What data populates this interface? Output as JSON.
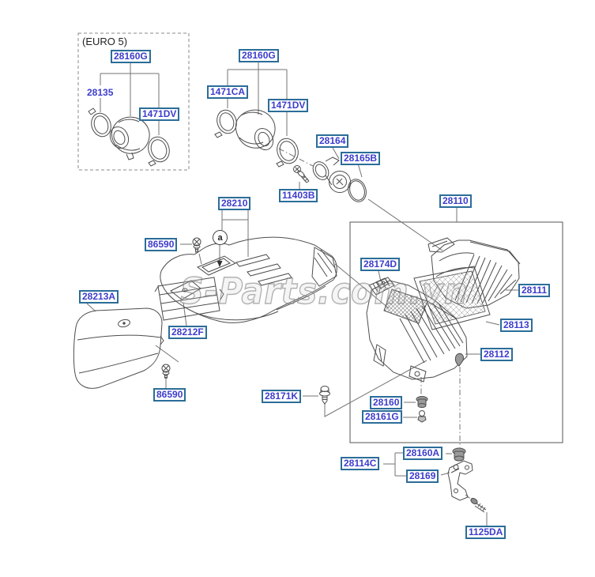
{
  "watermark": {
    "text": "S-Parts.com.vn"
  },
  "euro5_note": "(EURO 5)",
  "callout": {
    "a": "a"
  },
  "colors": {
    "label_border": "#2b6d99",
    "part_number_text": "#3c3ccd",
    "line_art": "#4d4d4d",
    "watermark_gray": "#8c8c8c"
  },
  "labels": {
    "euro5_28160G": "28160G",
    "euro5_28135": "28135",
    "euro5_1471DV": "1471DV",
    "duct_28160G": "28160G",
    "clamp_1471CA": "1471CA",
    "clamp_1471DV": "1471DV",
    "airflow_sensor_28164": "28164",
    "oring_28165B": "28165B",
    "bolt_11403B": "11403B",
    "intake_duct_28210": "28210",
    "screw_86590_duct": "86590",
    "cover_28213A": "28213A",
    "air_guide_28212F": "28212F",
    "screw_86590_cover": "86590",
    "assembly_28110": "28110",
    "clip_28174D": "28174D",
    "upper_cover_28111": "28111",
    "filter_28113": "28113",
    "lower_body_28112": "28112",
    "bolt_28171K": "28171K",
    "grommet_28160": "28160",
    "stud_28161G": "28161G",
    "grommet_28160A": "28160A",
    "bracket_kit_28114C": "28114C",
    "bracket_28169": "28169",
    "bolt_1125DA": "1125DA"
  }
}
